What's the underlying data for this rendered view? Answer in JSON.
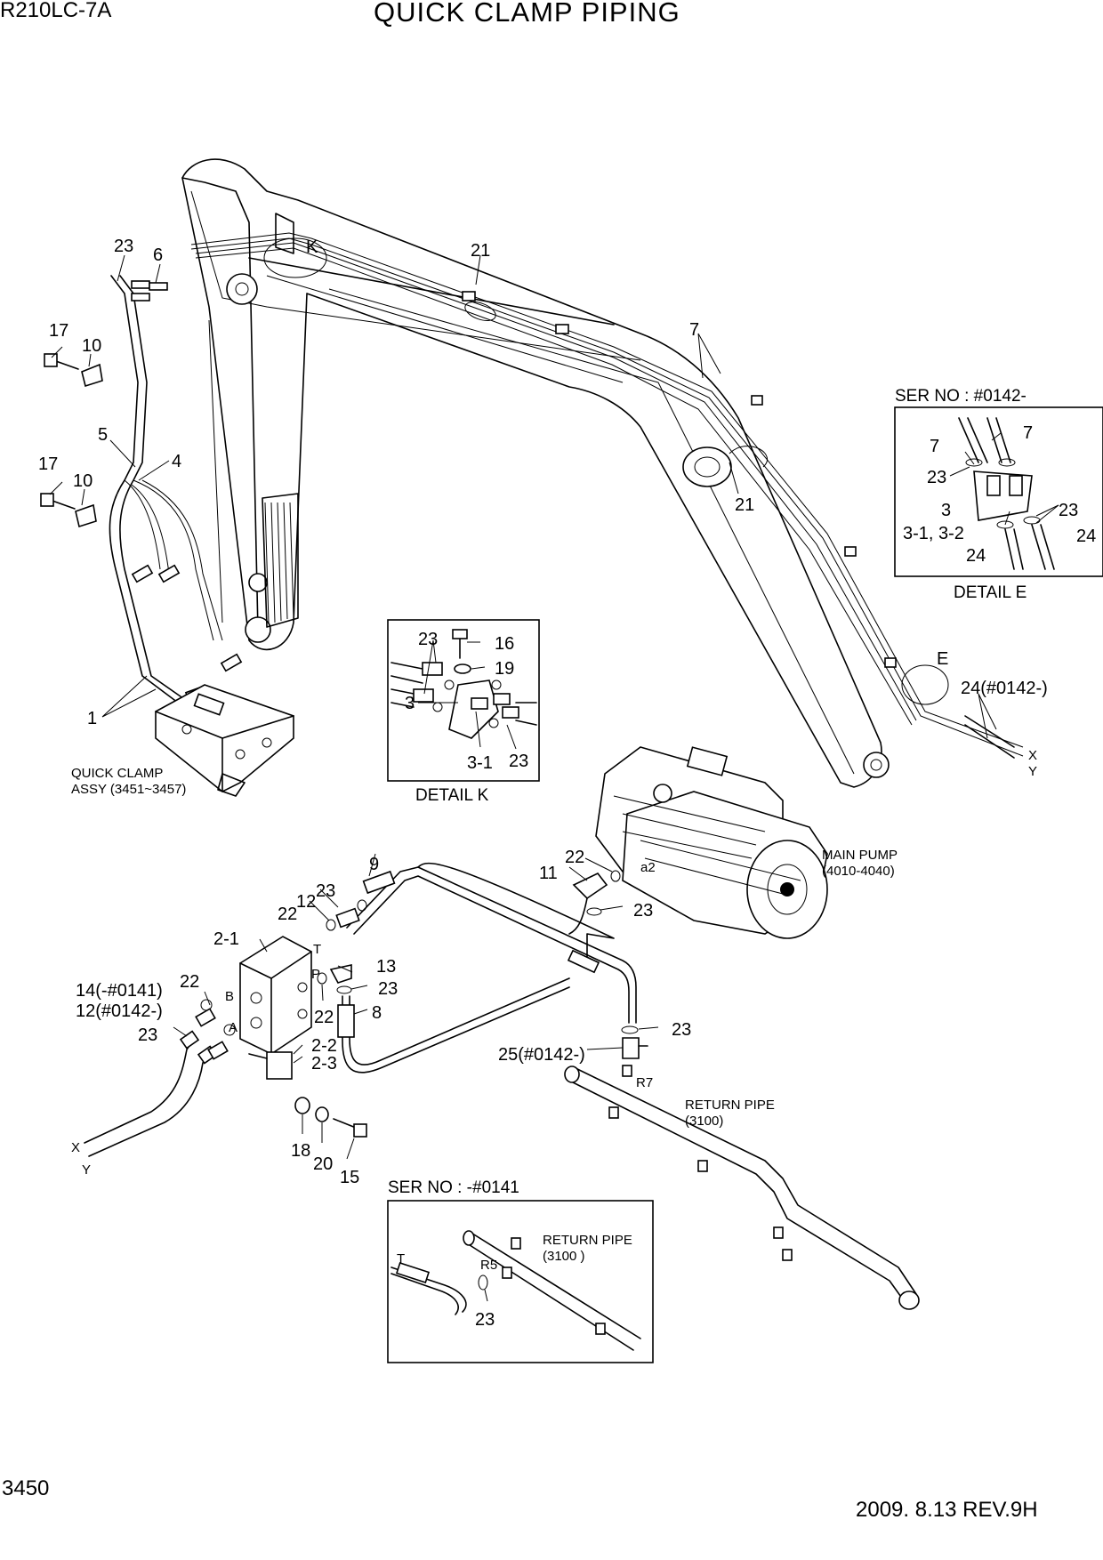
{
  "header": {
    "model": "R210LC-7A",
    "title": "QUICK CLAMP PIPING"
  },
  "footer": {
    "page_number": "3450",
    "revision": "2009. 8.13  REV.9H"
  },
  "captions": {
    "quick_clamp_line1": "QUICK CLAMP",
    "quick_clamp_line2": "ASSY (3451~3457)",
    "main_pump_line1": "MAIN PUMP",
    "main_pump_line2": "(4010-4040)",
    "return_pipe_line1": "RETURN PIPE",
    "return_pipe_line2": "(3100)",
    "detail_k": "DETAIL  K",
    "detail_e": "DETAIL  E",
    "ser_no_new": "SER NO : #0142-",
    "ser_no_old": "SER NO : -#0141",
    "inset_return_pipe_line1": "RETURN PIPE",
    "inset_return_pipe_line2": "(3100 )"
  },
  "callouts": {
    "c1": "1",
    "c2_1": "2-1",
    "c2_2": "2-2",
    "c2_3": "2-3",
    "c3": "3",
    "c3_1": "3-1",
    "c3_1_3_2": "3-1, 3-2",
    "c4": "4",
    "c5": "5",
    "c6": "6",
    "c7": "7",
    "c8": "8",
    "c9": "9",
    "c10": "10",
    "c11": "11",
    "c12": "12",
    "c12_new": "12(#0142-)",
    "c13": "13",
    "c14_old": "14(-#0141)",
    "c15": "15",
    "c16": "16",
    "c17": "17",
    "c18": "18",
    "c19": "19",
    "c20": "20",
    "c21": "21",
    "c22": "22",
    "c23": "23",
    "c24": "24",
    "c24_new": "24(#0142-)",
    "c25_new": "25(#0142-)"
  },
  "port_marks": {
    "k": "K",
    "e": "E",
    "x": "X",
    "y": "Y",
    "t": "T",
    "p": "P",
    "a": "A",
    "b": "B",
    "a2": "a2",
    "r7": "R7",
    "r5": "R5"
  }
}
